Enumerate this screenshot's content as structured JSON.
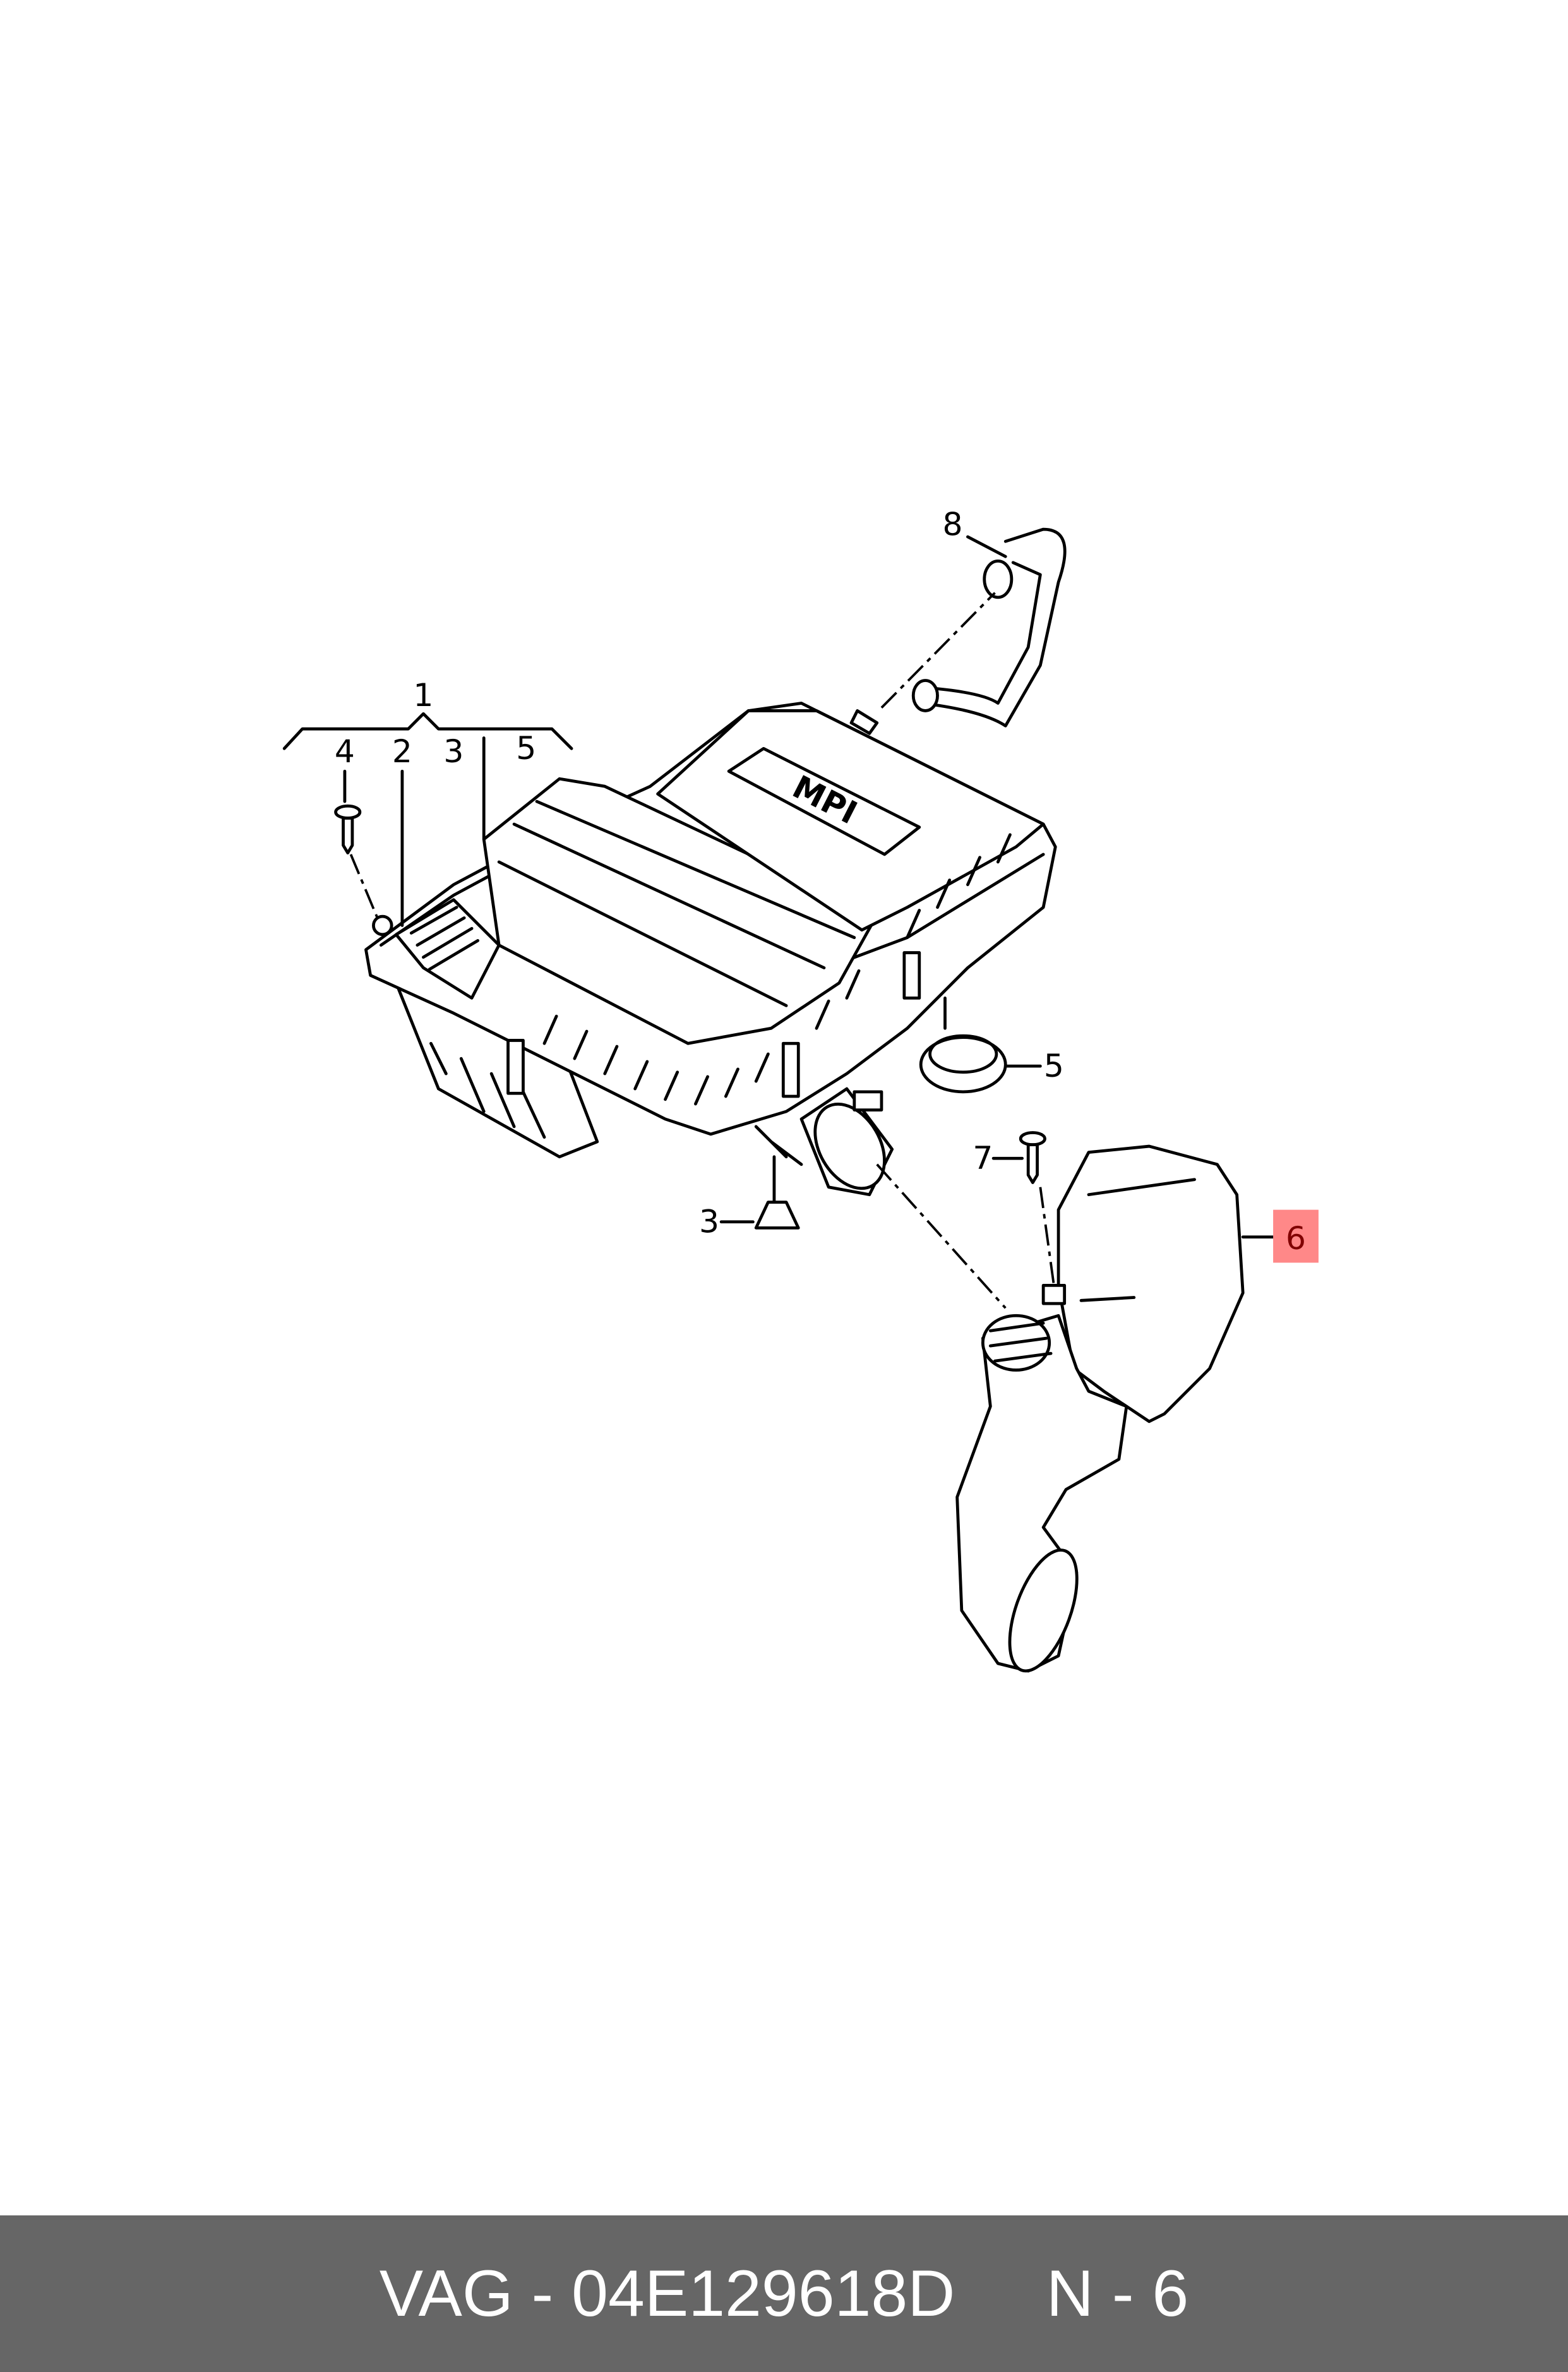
{
  "diagram": {
    "callouts": {
      "group_1": "1",
      "sub_4": "4",
      "sub_2": "2",
      "sub_3": "3",
      "sub_5": "5",
      "hose_8": "8",
      "ring_5": "5",
      "screw_7": "7",
      "grommet_3": "3",
      "duct_6": "6"
    },
    "logo_text": "MPI",
    "highlight_color": "#ff8888",
    "highlight_text_color": "#800000"
  },
  "footer": {
    "brand": "VAG",
    "separator": " - ",
    "part_number": "04E129618D",
    "gap": "     ",
    "position_label": "N - 6",
    "background": "#666666"
  }
}
